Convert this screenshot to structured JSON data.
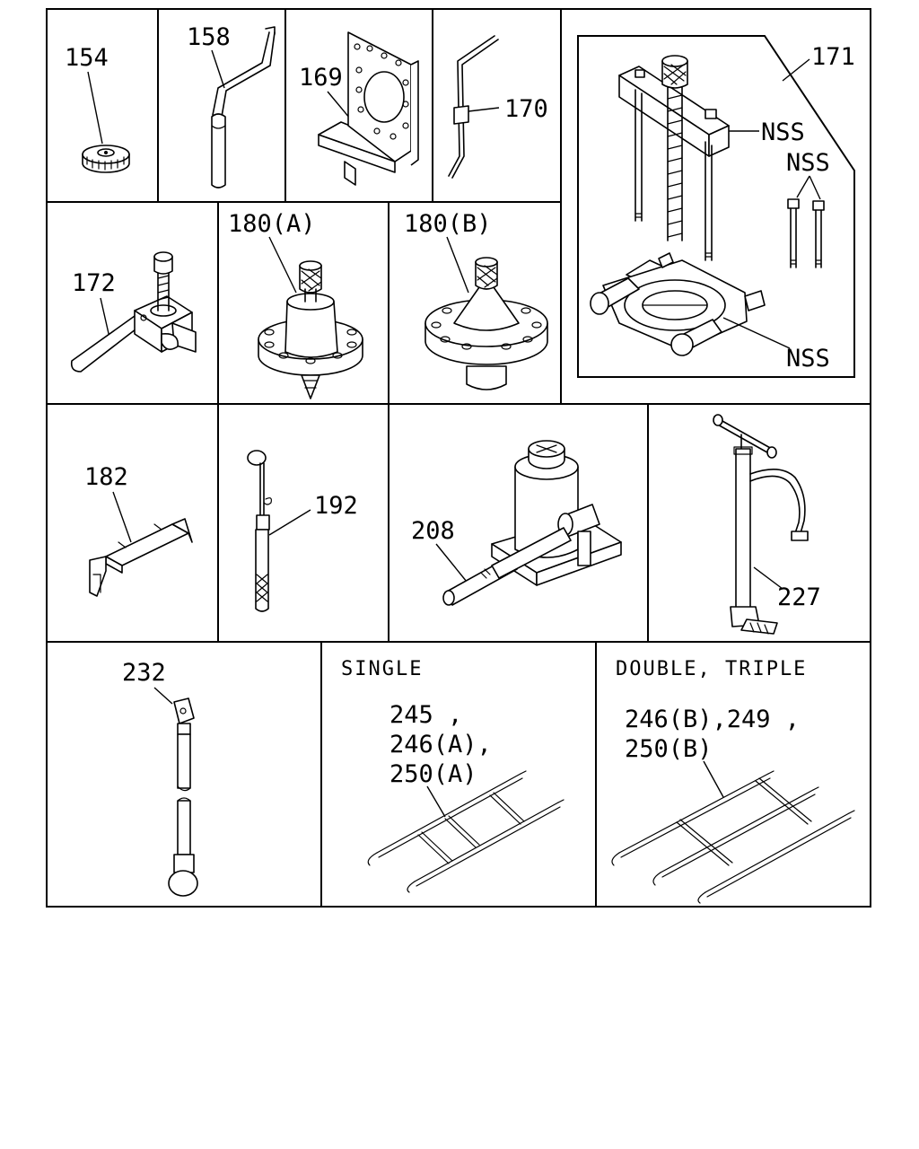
{
  "parts": {
    "p154": "154",
    "p158": "158",
    "p169": "169",
    "p170": "170",
    "p171": "171",
    "nss": "NSS",
    "p172": "172",
    "p180a": "180(A)",
    "p180b": "180(B)",
    "p182": "182",
    "p192": "192",
    "p208": "208",
    "p227": "227",
    "p232": "232"
  },
  "single": {
    "header": "SINGLE",
    "line1": "245 ,",
    "line2": "246(A),",
    "line3": "250(A)"
  },
  "double": {
    "header": "DOUBLE, TRIPLE",
    "line1": "246(B),249 ,",
    "line2": "250(B)"
  }
}
